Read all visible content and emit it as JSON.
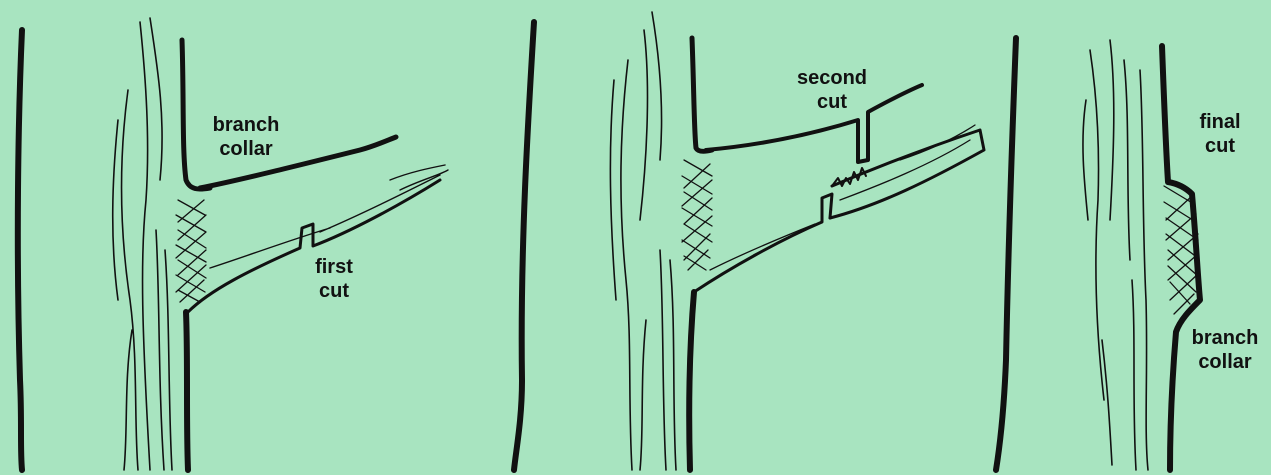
{
  "colors": {
    "background": "#a8e4c0",
    "ink": "#111111"
  },
  "panels": [
    {
      "step": "first",
      "labels": {
        "branch_collar": {
          "line1": "branch",
          "line2": "collar"
        },
        "cut": {
          "line1": "first",
          "line2": "cut"
        }
      }
    },
    {
      "step": "second",
      "labels": {
        "cut": {
          "line1": "second",
          "line2": "cut"
        }
      }
    },
    {
      "step": "final",
      "labels": {
        "cut": {
          "line1": "final",
          "line2": "cut"
        },
        "branch_collar": {
          "line1": "branch",
          "line2": "collar"
        }
      }
    }
  ]
}
